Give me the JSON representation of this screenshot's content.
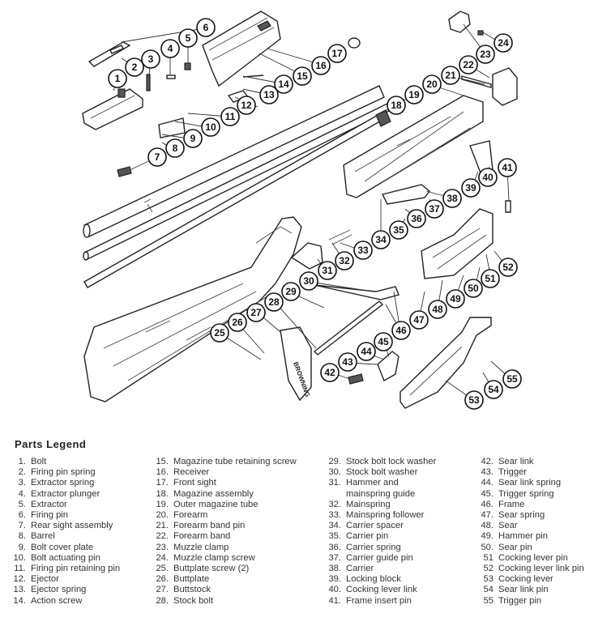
{
  "legend": {
    "title": "Parts  Legend",
    "columns": [
      [
        {
          "n": "1.",
          "name": "Bolt"
        },
        {
          "n": "2.",
          "name": "Firing pin spring"
        },
        {
          "n": "3.",
          "name": "Extractor spring"
        },
        {
          "n": "4.",
          "name": "Extractor plunger"
        },
        {
          "n": "5.",
          "name": "Extractor"
        },
        {
          "n": "6.",
          "name": "Firing pin"
        },
        {
          "n": "7.",
          "name": "Rear sight assembly"
        },
        {
          "n": "8.",
          "name": "Barrel"
        },
        {
          "n": "9.",
          "name": "Bolt cover plate"
        },
        {
          "n": "10.",
          "name": "Bolt actuating pin"
        },
        {
          "n": "11.",
          "name": "Firing pin retaining pin"
        },
        {
          "n": "12.",
          "name": "Ejector"
        },
        {
          "n": "13.",
          "name": "Ejector spring"
        },
        {
          "n": "14.",
          "name": "Action screw"
        }
      ],
      [
        {
          "n": "15.",
          "name": "Magazine tube retaining screw"
        },
        {
          "n": "16.",
          "name": "Receiver"
        },
        {
          "n": "17.",
          "name": "Front sight"
        },
        {
          "n": "18.",
          "name": "Magazine assembly"
        },
        {
          "n": "19.",
          "name": "Outer magazine tube"
        },
        {
          "n": "20.",
          "name": "Forearm"
        },
        {
          "n": "21.",
          "name": "Forearm band pin"
        },
        {
          "n": "22.",
          "name": "Forearm band"
        },
        {
          "n": "23.",
          "name": "Muzzle clamp"
        },
        {
          "n": "24.",
          "name": "Muzzle clamp screw"
        },
        {
          "n": "25.",
          "name": "Buttplate screw (2)"
        },
        {
          "n": "26.",
          "name": "Buttplate"
        },
        {
          "n": "27.",
          "name": "Buttstock"
        },
        {
          "n": "28.",
          "name": "Stock bolt"
        }
      ],
      [
        {
          "n": "29.",
          "name": "Stock bolt lock washer"
        },
        {
          "n": "30.",
          "name": "Stock bolt washer"
        },
        {
          "n": "31.",
          "name": "Hammer and"
        },
        {
          "n": "",
          "name": "mainspring guide"
        },
        {
          "n": "32.",
          "name": "Mainspring"
        },
        {
          "n": "33.",
          "name": "Mainspring follower"
        },
        {
          "n": "34.",
          "name": "Carrier spacer"
        },
        {
          "n": "35.",
          "name": "Carrier pin"
        },
        {
          "n": "36.",
          "name": "Carrier spring"
        },
        {
          "n": "37.",
          "name": "Carrier guide pin"
        },
        {
          "n": "38.",
          "name": "Carrier"
        },
        {
          "n": "39.",
          "name": "Locking block"
        },
        {
          "n": "40.",
          "name": "Cocking lever link"
        },
        {
          "n": "41.",
          "name": "Frame insert pin"
        }
      ],
      [
        {
          "n": "42.",
          "name": "Sear link"
        },
        {
          "n": "43.",
          "name": "Trigger"
        },
        {
          "n": "44.",
          "name": "Sear link spring"
        },
        {
          "n": "45.",
          "name": "Trigger spring"
        },
        {
          "n": "46.",
          "name": "Frame"
        },
        {
          "n": "47.",
          "name": "Sear spring"
        },
        {
          "n": "48.",
          "name": "Sear"
        },
        {
          "n": "49.",
          "name": "Hammer pin"
        },
        {
          "n": "50.",
          "name": "Sear pin"
        },
        {
          "n": "51",
          "name": "Cocking lever pin"
        },
        {
          "n": "52",
          "name": "Cocking lever link pin"
        },
        {
          "n": "53",
          "name": "Cocking lever"
        },
        {
          "n": "54",
          "name": "Sear link pin"
        },
        {
          "n": "55",
          "name": "Trigger pin"
        }
      ]
    ]
  },
  "callouts": [
    "1",
    "2",
    "3",
    "4",
    "5",
    "6",
    "7",
    "8",
    "9",
    "10",
    "11",
    "12",
    "13",
    "14",
    "15",
    "16",
    "17",
    "18",
    "19",
    "20",
    "21",
    "22",
    "23",
    "24",
    "25",
    "26",
    "27",
    "28",
    "29",
    "30",
    "31",
    "32",
    "33",
    "34",
    "35",
    "36",
    "37",
    "38",
    "39",
    "40",
    "41",
    "42",
    "43",
    "44",
    "45",
    "46",
    "47",
    "48",
    "49",
    "50",
    "51",
    "52",
    "53",
    "54",
    "55"
  ],
  "buttplate_marking": "BROWNING"
}
